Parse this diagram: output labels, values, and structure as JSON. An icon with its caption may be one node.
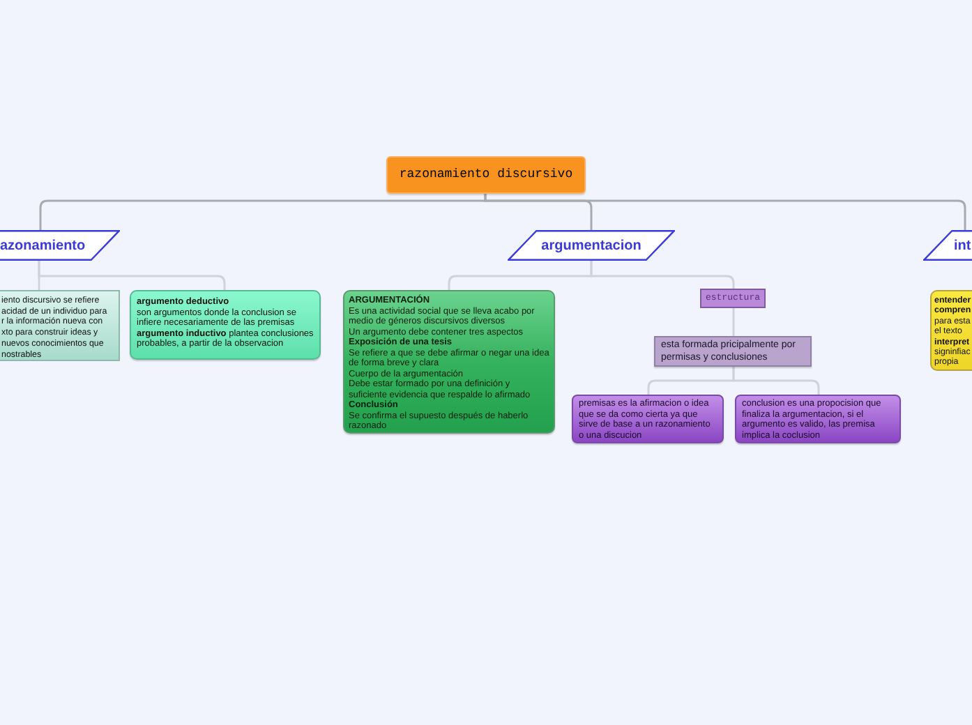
{
  "diagram": {
    "nodes": [
      {
        "text": [
          "razonamiento discursivo"
        ]
      },
      {
        "text": [
          "azonamiento"
        ]
      },
      {
        "text": [
          "argumentacion"
        ]
      },
      {
        "text": [
          "int"
        ]
      },
      {
        "text": [
          "iento discursivo se refiere",
          "acidad de un individuo para",
          "r la información nueva con",
          "xto para construir ideas y",
          "nuevos conocimientos que",
          "nostrables"
        ]
      },
      {
        "text": [
          "argumento deductivo",
          "son argumentos donde la conclusion se infiere necesariamente de las premisas",
          "**argumento inductivo** plantea conclusiones probables, a partir de la observacion"
        ]
      },
      {
        "text": [
          "ARGUMENTACIÓN",
          "Es una actividad social que se lleva acabo por medio de géneros discursivos diversos",
          "Un argumento debe contener tres aspectos",
          "Exposición de una tesis",
          "Se refiere a que se debe afirmar o negar una idea de forma breve y clara",
          "Cuerpo de la argumentación",
          "Debe estar formado por una definición y suficiente evidencia que respalde lo afirmado",
          "Conclusión",
          "Se confirma el supuesto después de haberlo razonado"
        ]
      },
      {
        "text": [
          "estructura"
        ]
      },
      {
        "text": [
          "esta formada pricipalmente por permisas y conclusiones"
        ]
      },
      {
        "text": [
          "premisas es la afirmacion o idea que se da como cierta ya que sirve de base a un razonamiento o una discucion"
        ]
      },
      {
        "text": [
          "conclusion es una propocision que finaliza la argumentacion, si el argumento es valido, las premisa implica la coclusion"
        ]
      },
      {
        "text": [
          "entender",
          "compren",
          "para esta",
          "el texto",
          "interpret",
          "signinfiac",
          "propia"
        ]
      }
    ],
    "edges": [
      {
        "from": 0,
        "to": 1,
        "arrow": "none",
        "color": "#a9aab0"
      },
      {
        "from": 0,
        "to": 2,
        "arrow": "none",
        "color": "#a9aab0"
      },
      {
        "from": 0,
        "to": 3,
        "arrow": "none",
        "color": "#a9aab0"
      },
      {
        "from": 1,
        "to": 4,
        "arrow": "none"
      },
      {
        "from": 1,
        "to": 5,
        "arrow": "none"
      },
      {
        "from": 2,
        "to": 6,
        "arrow": "none"
      },
      {
        "from": 2,
        "to": 7,
        "arrow": "none"
      },
      {
        "from": 7,
        "to": 8,
        "arrow": "none"
      },
      {
        "from": 8,
        "to": 9,
        "arrow": "none"
      },
      {
        "from": 8,
        "to": 10,
        "arrow": "none"
      }
    ]
  }
}
